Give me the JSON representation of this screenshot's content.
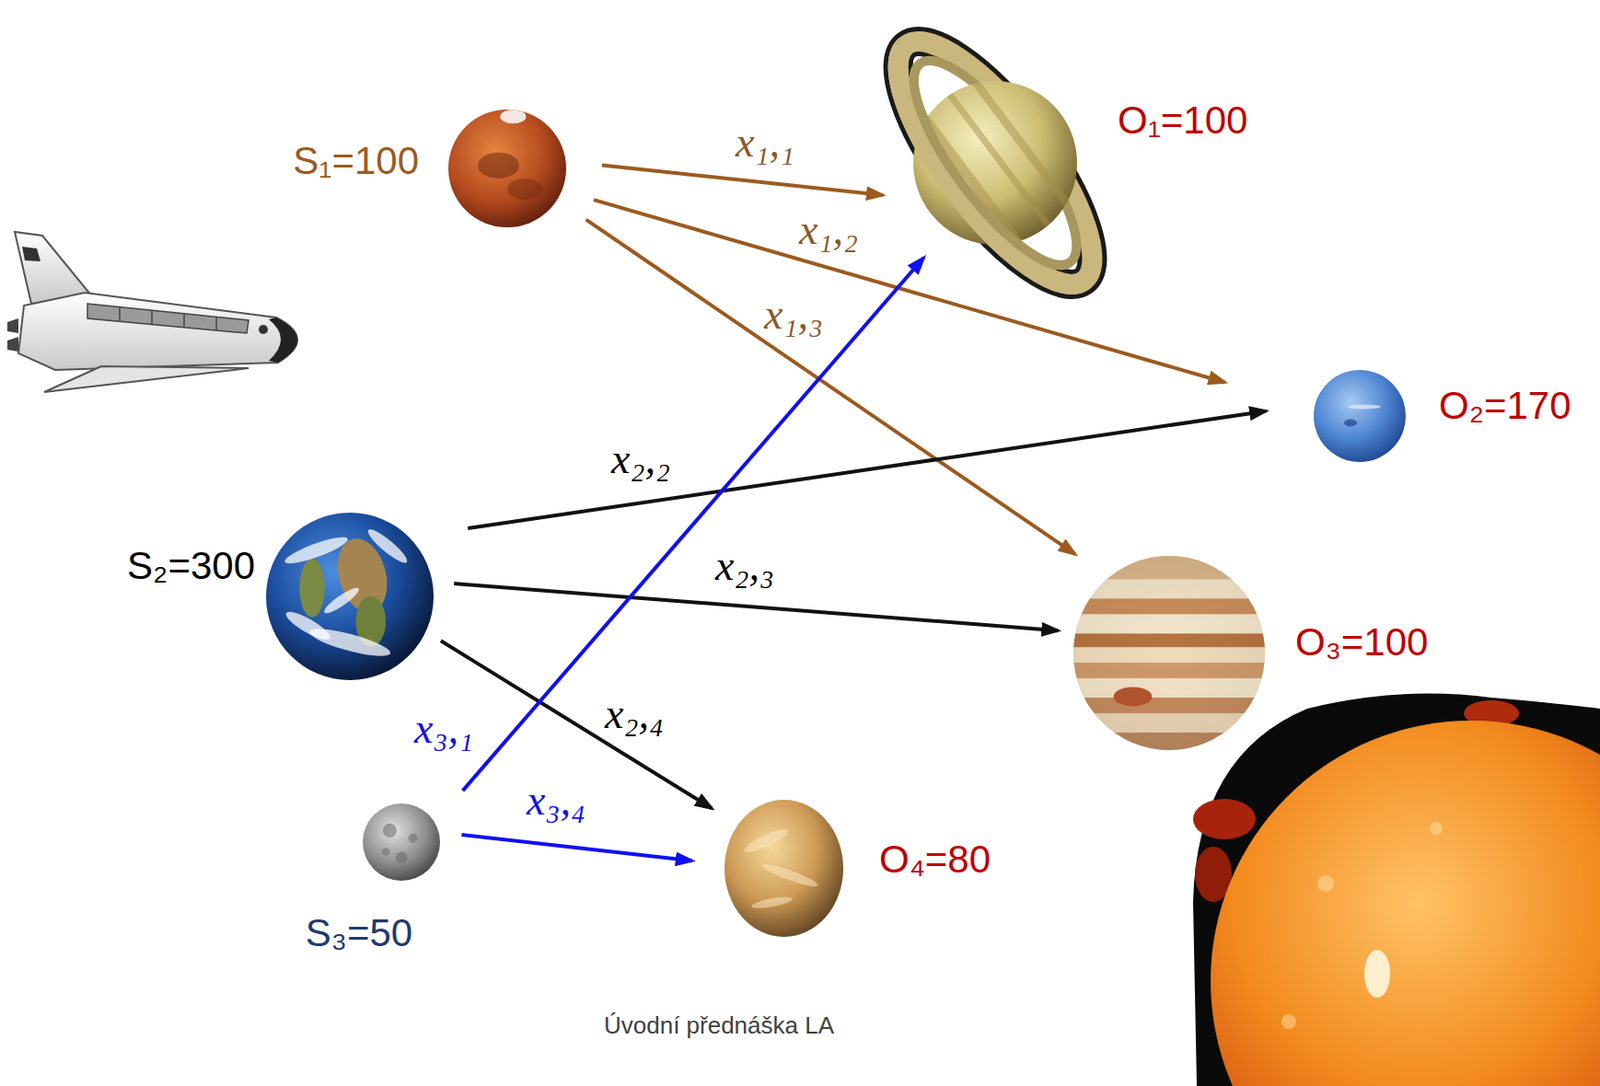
{
  "diagram": {
    "nodes": [
      {
        "text": [
          "S₁=100"
        ]
      },
      {
        "text": [
          "S₂=300"
        ]
      },
      {
        "text": [
          "S₃=50"
        ]
      },
      {
        "text": [
          "O₁=100"
        ]
      },
      {
        "text": [
          "O₂=170"
        ]
      },
      {
        "text": [
          "O₃=100"
        ]
      },
      {
        "text": [
          "O₄=80"
        ]
      }
    ],
    "edges": [
      {
        "from": 0,
        "to": 3,
        "arrow": "to",
        "label": "x₁,₁"
      },
      {
        "from": 0,
        "to": 4,
        "arrow": "to",
        "label": "x₁,₂"
      },
      {
        "from": 0,
        "to": 5,
        "arrow": "to",
        "label": "x₁,₃"
      },
      {
        "from": 1,
        "to": 4,
        "arrow": "to",
        "label": "x₂,₂"
      },
      {
        "from": 1,
        "to": 5,
        "arrow": "to",
        "label": "x₂,₃"
      },
      {
        "from": 1,
        "to": 6,
        "arrow": "to",
        "label": "x₂,₄"
      },
      {
        "from": 2,
        "to": 3,
        "arrow": "to",
        "label": "x₃,₁"
      },
      {
        "from": 2,
        "to": 6,
        "arrow": "to",
        "label": "x₃,₄"
      }
    ],
    "labels": [
      "Úvodní přednáška LA"
    ]
  }
}
